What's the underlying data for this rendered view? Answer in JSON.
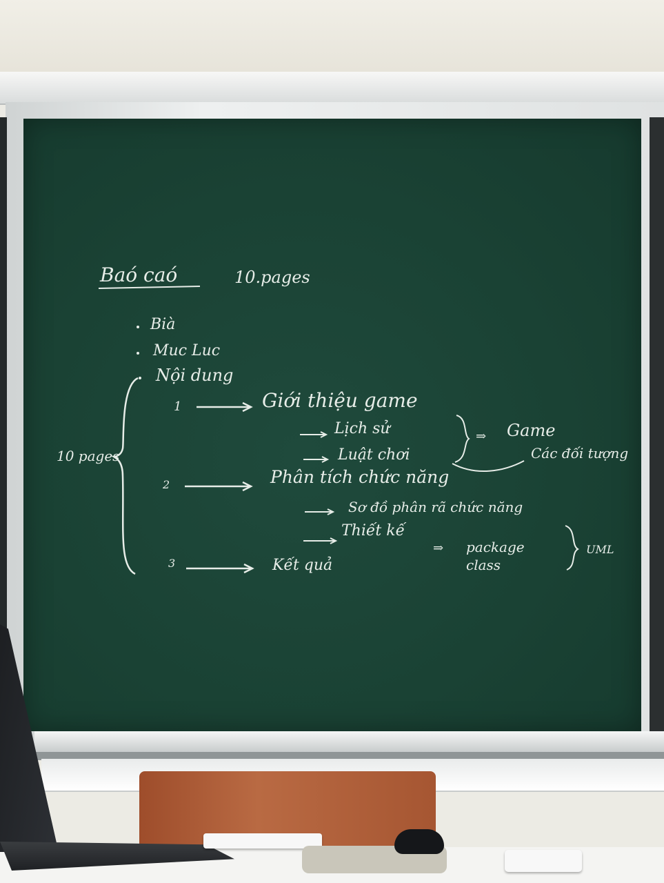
{
  "board": {
    "title": "Baó caó",
    "title_pages": "10.pages",
    "items": [
      "Bià",
      "Muc Luc",
      "Nội dung"
    ],
    "left_label": "10 pages",
    "sections": [
      {
        "num": "1",
        "text": "Giới thiệu game"
      },
      {
        "num": "2",
        "text": "Phân tích chức năng"
      },
      {
        "num": "3",
        "text": "Kết quả"
      }
    ],
    "sub1": [
      "Lịch sử",
      "Luật chơi"
    ],
    "sub1_result": [
      "Game",
      "Các đối tượng"
    ],
    "sub2": [
      "Sơ đồ phân rã chức năng",
      "Thiết kế"
    ],
    "sub2_result": [
      "package",
      "class"
    ],
    "uml": "UML"
  }
}
